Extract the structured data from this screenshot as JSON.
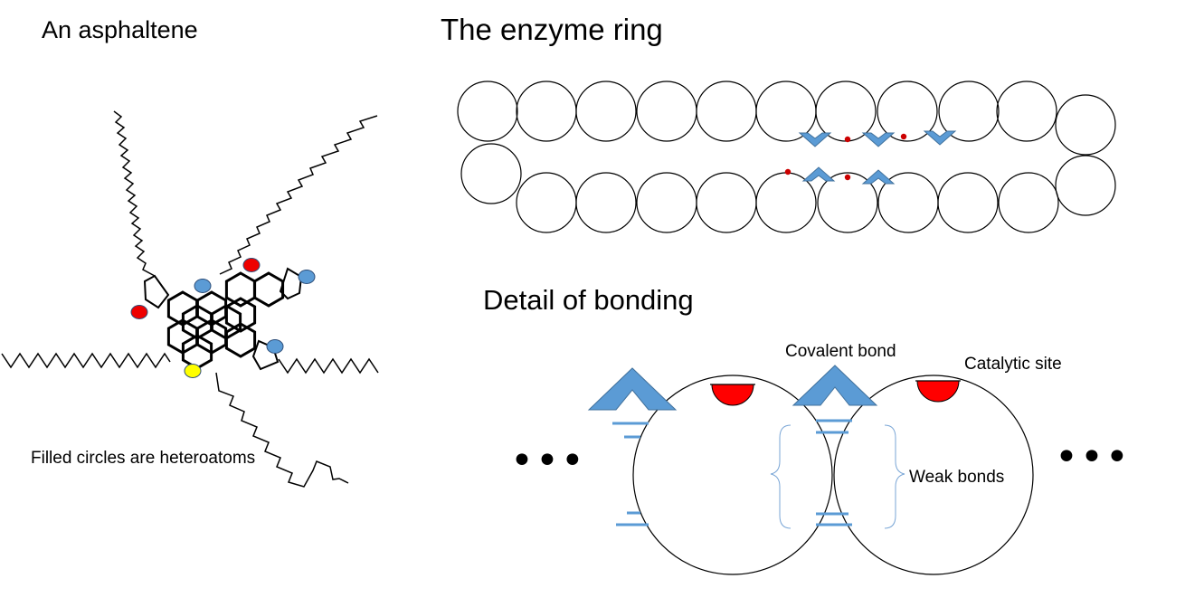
{
  "titles": {
    "asphaltene": "An asphaltene",
    "enzyme_ring": "The enzyme ring",
    "detail": "Detail of bonding"
  },
  "labels": {
    "heteroatoms_note": "Filled circles are heteroatoms",
    "covalent_bond": "Covalent bond",
    "catalytic_site": "Catalytic site",
    "weak_bonds": "Weak bonds",
    "ellipsis_left": "•••",
    "ellipsis_right": "•••"
  },
  "colors": {
    "heteroatom_red": "#ee0000",
    "heteroatom_blue": "#5b9bd5",
    "heteroatom_yellow": "#ffff00",
    "bond_blue": "#5b9bd5",
    "site_red": "#ff0000",
    "outline": "#000000"
  },
  "icons": [
    "ellipsis-dots-icon"
  ]
}
